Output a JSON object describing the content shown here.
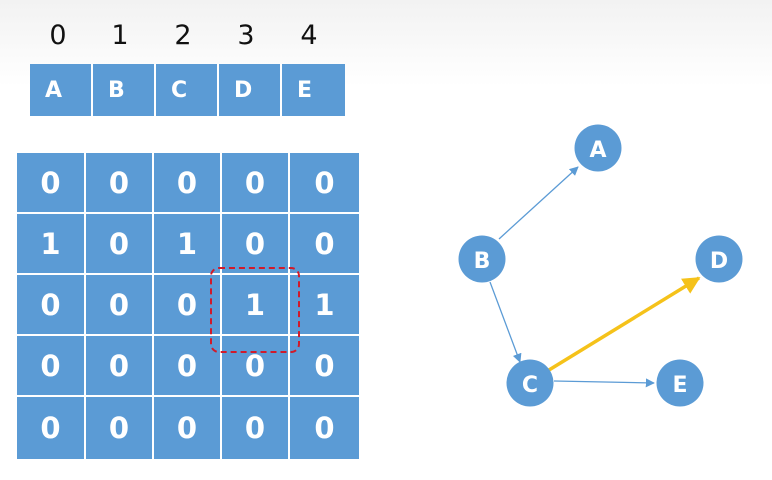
{
  "colors": {
    "cell_fill": "#5b9bd5",
    "node_fill": "#5b9bd5",
    "edge": "#5b9bd5",
    "highlight_edge": "#f5c21a",
    "highlight_box": "#d11a2a"
  },
  "index_labels": [
    "0",
    "1",
    "2",
    "3",
    "4"
  ],
  "vertices": [
    "A",
    "B",
    "C",
    "D",
    "E"
  ],
  "matrix": [
    [
      "0",
      "0",
      "0",
      "0",
      "0"
    ],
    [
      "1",
      "0",
      "1",
      "0",
      "0"
    ],
    [
      "0",
      "0",
      "0",
      "1",
      "1"
    ],
    [
      "0",
      "0",
      "0",
      "0",
      "0"
    ],
    [
      "0",
      "0",
      "0",
      "0",
      "0"
    ]
  ],
  "highlighted_cell": {
    "row": 2,
    "col": 3
  },
  "graph": {
    "nodes": [
      {
        "id": "A",
        "label": "A"
      },
      {
        "id": "B",
        "label": "B"
      },
      {
        "id": "C",
        "label": "C"
      },
      {
        "id": "D",
        "label": "D"
      },
      {
        "id": "E",
        "label": "E"
      }
    ],
    "edges": [
      {
        "from": "B",
        "to": "A",
        "highlight": false
      },
      {
        "from": "B",
        "to": "C",
        "highlight": false
      },
      {
        "from": "C",
        "to": "D",
        "highlight": true
      },
      {
        "from": "C",
        "to": "E",
        "highlight": false
      }
    ]
  }
}
